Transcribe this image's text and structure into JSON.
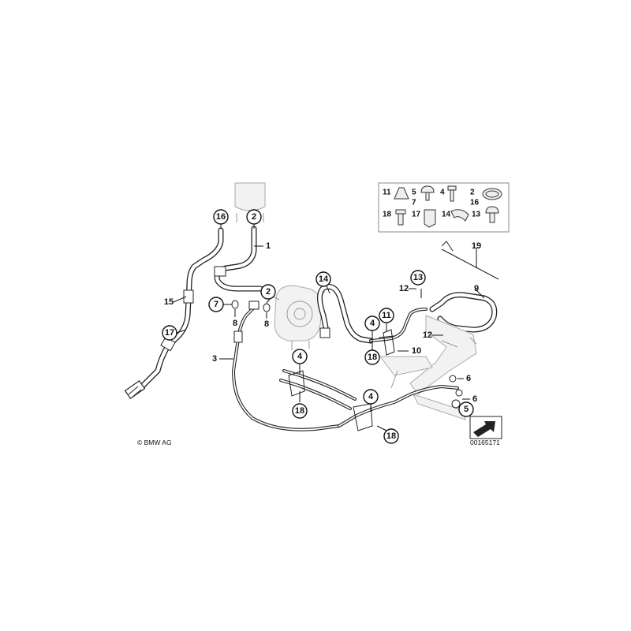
{
  "copyright": "© BMW AG",
  "diagram_id": "00165171",
  "callouts": {
    "c16_top": "16",
    "c2_top": "2",
    "c2_pump": "2",
    "c7": "7",
    "c17": "17",
    "c14": "14",
    "c13": "13",
    "c11": "11",
    "c4_a": "4",
    "c18_a": "18",
    "c4_b": "4",
    "c18_b": "18",
    "c4_c": "4",
    "c18_c": "18",
    "c5": "5"
  },
  "labels": {
    "l1": "1",
    "l15": "15",
    "l3": "3",
    "l8_a": "8",
    "l8_b": "8",
    "l12_a": "12",
    "l12_b": "12",
    "l9": "9",
    "l19": "19",
    "l10": "10",
    "l6_a": "6",
    "l6_b": "6"
  },
  "legend": {
    "row1": [
      {
        "num": "11"
      },
      {
        "num": "5",
        "num2": "7"
      },
      {
        "num": "4"
      },
      {
        "num": "2",
        "num2": "16"
      }
    ],
    "row2": [
      {
        "num": "18"
      },
      {
        "num": "17"
      },
      {
        "num": "14"
      },
      {
        "num": "13"
      }
    ]
  }
}
